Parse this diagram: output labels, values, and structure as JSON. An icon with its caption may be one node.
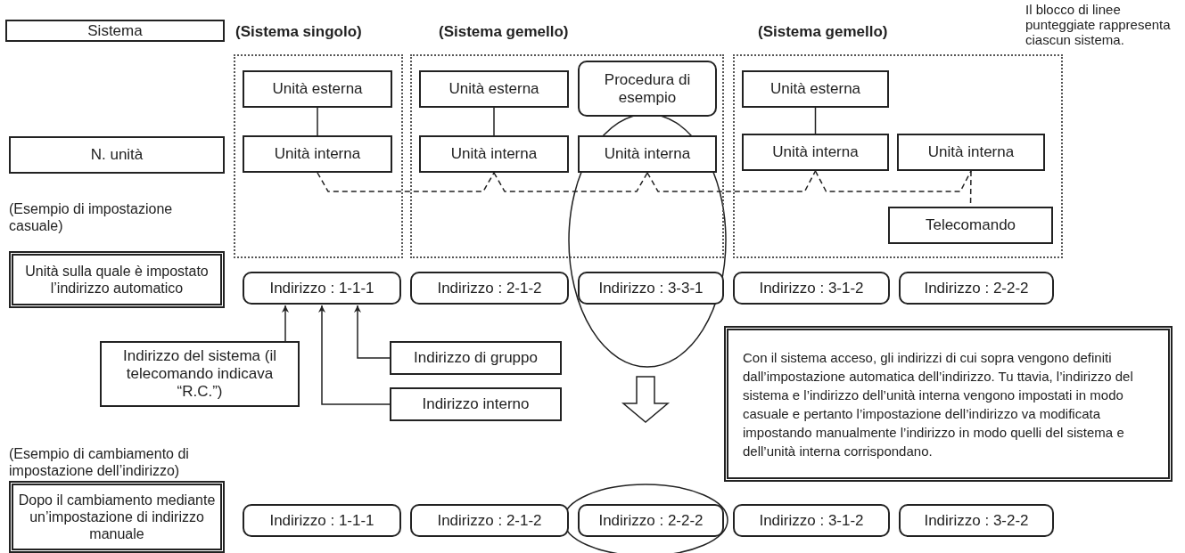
{
  "diagram": {
    "nodes": [
      {
        "text": [
          "Sistema"
        ]
      },
      {
        "text": [
          "N. unità"
        ]
      },
      {
        "text": [
          "Unità sulla quale è impostato l’indirizzo automatico"
        ]
      },
      {
        "text": [
          "Dopo il cambiamento mediante un’impostazione di indirizzo manuale"
        ]
      },
      {
        "text": [
          "(Sistema singolo)"
        ]
      },
      {
        "text": [
          "Unità esterna"
        ],
        "in": 4
      },
      {
        "text": [
          "Unità interna"
        ],
        "in": 4
      },
      {
        "text": [
          "(Sistema gemello)"
        ]
      },
      {
        "text": [
          "Unità esterna"
        ],
        "in": 7
      },
      {
        "text": [
          "Procedura di esempio"
        ],
        "in": 7
      },
      {
        "text": [
          "Unità interna"
        ],
        "in": 7
      },
      {
        "text": [
          "Unità interna"
        ],
        "in": 7
      },
      {
        "text": [
          "(Sistema gemello)"
        ]
      },
      {
        "text": [
          "Unità esterna"
        ],
        "in": 12
      },
      {
        "text": [
          "Unità interna"
        ],
        "in": 12
      },
      {
        "text": [
          "Unità interna"
        ],
        "in": 12
      },
      {
        "text": [
          "Telecomando"
        ],
        "in": 12
      },
      {
        "text": [
          "Indirizzo : 1-1-1"
        ]
      },
      {
        "text": [
          "Indirizzo : 2-1-2"
        ]
      },
      {
        "text": [
          "Indirizzo : 3-3-1"
        ]
      },
      {
        "text": [
          "Indirizzo : 3-1-2"
        ]
      },
      {
        "text": [
          "Indirizzo : 2-2-2"
        ]
      },
      {
        "text": [
          "Indirizzo del sistema (il telecomando indicava “R.C.”)"
        ]
      },
      {
        "text": [
          "Indirizzo di gruppo"
        ]
      },
      {
        "text": [
          "Indirizzo interno"
        ]
      },
      {
        "text": [
          "Con il sistema acceso, gli indirizzi di cui sopra vengono definiti dall’impostazione automatica dell’indirizzo. Tu ttavia, l’indirizzo del sistema e l’indirizzo dell’unità interna vengono impostati in modo casuale e pertanto l’impostazione dell’indirizzo va modificata impostando manualmente l’indirizzo in modo quelli del sistema e dell’unità interna corrispondano."
        ]
      },
      {
        "text": [
          "Indirizzo : 1-1-1"
        ]
      },
      {
        "text": [
          "Indirizzo : 2-1-2"
        ]
      },
      {
        "text": [
          "Indirizzo : 2-2-2"
        ]
      },
      {
        "text": [
          "Indirizzo : 3-1-2"
        ]
      },
      {
        "text": [
          "Indirizzo : 3-2-2"
        ]
      }
    ],
    "edges": [
      {
        "from": 5,
        "to": 6,
        "arrow": "none"
      },
      {
        "from": 8,
        "to": 10,
        "arrow": "none"
      },
      {
        "from": 13,
        "to": 14,
        "arrow": "none"
      },
      {
        "from": 6,
        "to": 10,
        "arrow": "none",
        "style": "dashed"
      },
      {
        "from": 10,
        "to": 11,
        "arrow": "none",
        "style": "dashed"
      },
      {
        "from": 11,
        "to": 14,
        "arrow": "none",
        "style": "dashed"
      },
      {
        "from": 14,
        "to": 15,
        "arrow": "none",
        "style": "dashed"
      },
      {
        "from": 15,
        "to": 16,
        "arrow": "none",
        "style": "dashed"
      },
      {
        "from": 22,
        "to": 17,
        "arrow": "to"
      },
      {
        "from": 24,
        "to": 17,
        "arrow": "to"
      },
      {
        "from": 23,
        "to": 17,
        "arrow": "to"
      }
    ],
    "labels": [
      "Il blocco di linee punteggiate rappresenta ciascun sistema.",
      "(Esempio di impostazione casuale)",
      "(Esempio di cambiamento di impostazione dell’indirizzo)"
    ]
  }
}
